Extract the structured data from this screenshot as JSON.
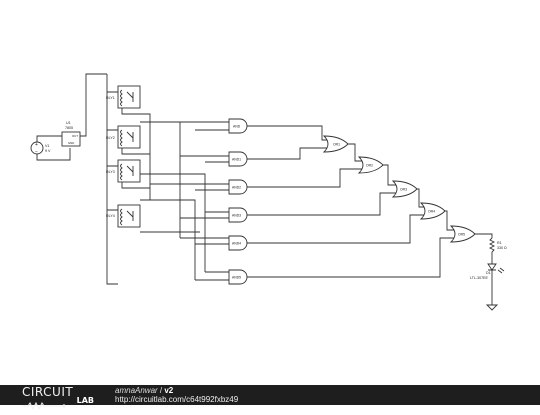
{
  "components": {
    "source": {
      "ref": "V1",
      "value": "9 V"
    },
    "regulator": {
      "ref": "U1",
      "part": "7805",
      "pin_in": "IN",
      "pin_out": "OUT",
      "pin_gnd": "GND"
    },
    "relays": [
      "RLY1",
      "RLY2",
      "RLY3",
      "RLY4"
    ],
    "and_gates": [
      "AND",
      "AND1",
      "AND2",
      "AND3",
      "AND4",
      "AND5"
    ],
    "or_gates": [
      "OR1",
      "OR2",
      "OR3",
      "OR4",
      "OR5"
    ],
    "resistor": {
      "ref": "R1",
      "value": "330 Ω"
    },
    "led": {
      "ref": "D1",
      "part": "LTL-307EE"
    }
  },
  "footer": {
    "logo_top": "CIRCUIT",
    "logo_bottom": "LAB",
    "author": "amnaAnwar",
    "separator": " / ",
    "version": "v2",
    "url": "http://circuitlab.com/c64t992fxbz49"
  },
  "colors": {
    "footer_bg": "#1e1e1e",
    "wire": "#333333"
  }
}
